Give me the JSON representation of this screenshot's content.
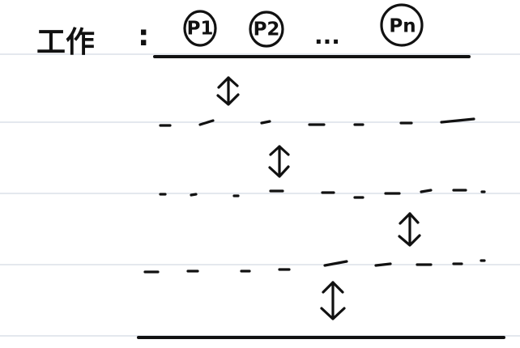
{
  "title": "工作",
  "separator": ":",
  "processes": [
    "P1",
    "P2",
    "Pn"
  ],
  "ellipsis": "..."
}
